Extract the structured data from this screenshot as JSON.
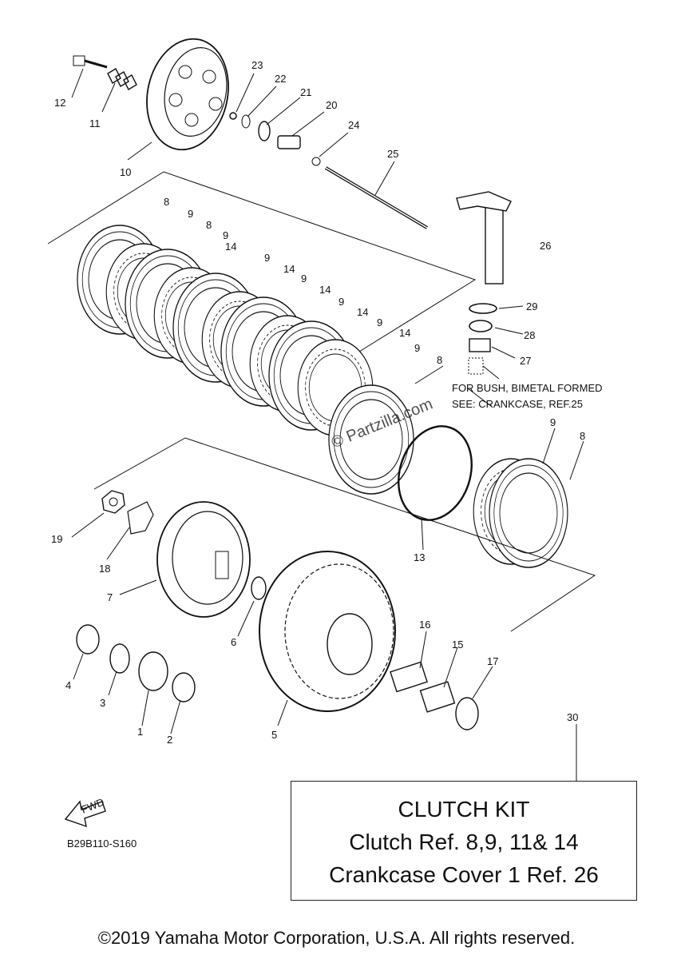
{
  "diagram": {
    "callouts": [
      {
        "id": "c1",
        "text": "1"
      },
      {
        "id": "c2",
        "text": "2"
      },
      {
        "id": "c3",
        "text": "3"
      },
      {
        "id": "c4",
        "text": "4"
      },
      {
        "id": "c5",
        "text": "5"
      },
      {
        "id": "c6",
        "text": "6"
      },
      {
        "id": "c7",
        "text": "7"
      },
      {
        "id": "c8a",
        "text": "8"
      },
      {
        "id": "c8b",
        "text": "8"
      },
      {
        "id": "c8c",
        "text": "8"
      },
      {
        "id": "c8d",
        "text": "8"
      },
      {
        "id": "c9a",
        "text": "9"
      },
      {
        "id": "c9b",
        "text": "9"
      },
      {
        "id": "c9c",
        "text": "9"
      },
      {
        "id": "c9d",
        "text": "9"
      },
      {
        "id": "c9e",
        "text": "9"
      },
      {
        "id": "c9f",
        "text": "9"
      },
      {
        "id": "c9g",
        "text": "9"
      },
      {
        "id": "c9h",
        "text": "9"
      },
      {
        "id": "c10",
        "text": "10"
      },
      {
        "id": "c11",
        "text": "11"
      },
      {
        "id": "c12",
        "text": "12"
      },
      {
        "id": "c13",
        "text": "13"
      },
      {
        "id": "c14a",
        "text": "14"
      },
      {
        "id": "c14b",
        "text": "14"
      },
      {
        "id": "c14c",
        "text": "14"
      },
      {
        "id": "c14d",
        "text": "14"
      },
      {
        "id": "c14e",
        "text": "14"
      },
      {
        "id": "c15",
        "text": "15"
      },
      {
        "id": "c16",
        "text": "16"
      },
      {
        "id": "c17",
        "text": "17"
      },
      {
        "id": "c18",
        "text": "18"
      },
      {
        "id": "c19",
        "text": "19"
      },
      {
        "id": "c20",
        "text": "20"
      },
      {
        "id": "c21",
        "text": "21"
      },
      {
        "id": "c22",
        "text": "22"
      },
      {
        "id": "c23",
        "text": "23"
      },
      {
        "id": "c24",
        "text": "24"
      },
      {
        "id": "c25",
        "text": "25"
      },
      {
        "id": "c26",
        "text": "26"
      },
      {
        "id": "c27",
        "text": "27"
      },
      {
        "id": "c28",
        "text": "28"
      },
      {
        "id": "c29",
        "text": "29"
      },
      {
        "id": "c30",
        "text": "30"
      }
    ],
    "bush_note": {
      "line1": "FOR BUSH, BIMETAL FORMED",
      "line2": "SEE: CRANKCASE, REF.25"
    },
    "watermark": "© Partzilla.com",
    "fwd_label": "FWD",
    "diagram_code": "B29B110-S160"
  },
  "clutch_kit": {
    "line1": "CLUTCH KIT",
    "line2": "Clutch Ref. 8,9, 11& 14",
    "line3": "Crankcase Cover 1 Ref. 26"
  },
  "copyright": "©2019 Yamaha Motor Corporation, U.S.A. All rights reserved."
}
